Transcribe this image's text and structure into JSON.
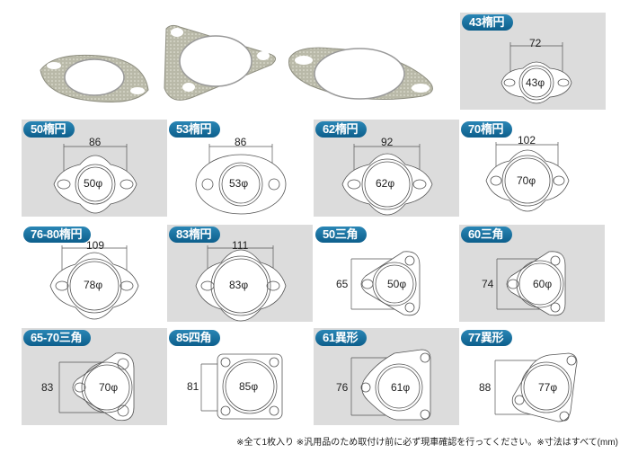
{
  "hero": {
    "description": "exhaust gasket product photos",
    "items": [
      "oval-gasket",
      "triangle-gasket",
      "large-oval-gasket"
    ]
  },
  "colors": {
    "badge": "#1a73a3",
    "gray_cell": "#dcdcdc",
    "line": "#555555"
  },
  "gaskets": [
    {
      "id": "g43",
      "label": "43楕円",
      "shape": "oval",
      "dimension": "72",
      "bore": "43φ",
      "bg": "gray"
    },
    {
      "id": "g50",
      "label": "50楕円",
      "shape": "oval",
      "dimension": "86",
      "bore": "50φ",
      "bg": "gray"
    },
    {
      "id": "g53",
      "label": "53楕円",
      "shape": "oval",
      "dimension": "86",
      "bore": "53φ",
      "bg": "white"
    },
    {
      "id": "g62",
      "label": "62楕円",
      "shape": "oval",
      "dimension": "92",
      "bore": "62φ",
      "bg": "gray"
    },
    {
      "id": "g70",
      "label": "70楕円",
      "shape": "oval",
      "dimension": "102",
      "bore": "70φ",
      "bg": "white"
    },
    {
      "id": "g7680",
      "label": "76-80楕円",
      "shape": "oval",
      "dimension": "109",
      "bore": "78φ",
      "bg": "white"
    },
    {
      "id": "g83",
      "label": "83楕円",
      "shape": "oval",
      "dimension": "111",
      "bore": "83φ",
      "bg": "gray"
    },
    {
      "id": "t50",
      "label": "50三角",
      "shape": "triangle",
      "dimension": "65",
      "bore": "50φ",
      "bg": "white"
    },
    {
      "id": "t60",
      "label": "60三角",
      "shape": "triangle",
      "dimension": "74",
      "bore": "60φ",
      "bg": "gray"
    },
    {
      "id": "t6570",
      "label": "65-70三角",
      "shape": "triangle",
      "dimension": "83",
      "bore": "70φ",
      "bg": "gray"
    },
    {
      "id": "s85",
      "label": "85四角",
      "shape": "square",
      "dimension": "81",
      "bore": "85φ",
      "bg": "white"
    },
    {
      "id": "i61",
      "label": "61異形",
      "shape": "irregular",
      "dimension": "76",
      "bore": "61φ",
      "bg": "gray"
    },
    {
      "id": "i77",
      "label": "77異形",
      "shape": "irregular2",
      "dimension": "88",
      "bore": "77φ",
      "bg": "white"
    }
  ],
  "footer": {
    "note": "※全て1枚入り ※汎用品のため取付け前に必ず現車確認を行ってください。※寸法はすべて(mm)"
  }
}
